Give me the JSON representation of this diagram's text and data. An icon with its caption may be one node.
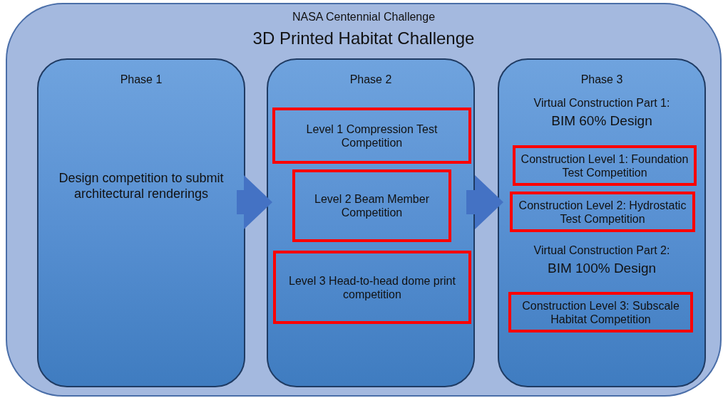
{
  "diagram": {
    "nodes": [
      {
        "text": [
          "NASA Centennial Challenge",
          "3D Printed Habitat Challenge"
        ]
      },
      {
        "text": [
          "Phase 1",
          "Design competition to submit architectural renderings"
        ],
        "in": 0
      },
      {
        "text": [
          "Phase 2"
        ],
        "in": 0
      },
      {
        "text": [
          "Level 1 Compression Test Competition"
        ],
        "in": 2
      },
      {
        "text": [
          "Level 2 Beam Member Competition"
        ],
        "in": 2
      },
      {
        "text": [
          "Level 3 Head-to-head dome print competition"
        ],
        "in": 2
      },
      {
        "text": [
          "Phase 3",
          "Virtual Construction Part 1:",
          "BIM 60% Design",
          "Virtual Construction Part 2:",
          "BIM 100% Design"
        ],
        "in": 0
      },
      {
        "text": [
          "Construction Level 1: Foundation Test Competition"
        ],
        "in": 6
      },
      {
        "text": [
          "Construction Level 2: Hydrostatic Test Competition"
        ],
        "in": 6
      },
      {
        "text": [
          "Construction Level 3: Subscale Habitat Competition"
        ],
        "in": 6
      }
    ],
    "edges": [
      {
        "from": 1,
        "to": 2,
        "arrow": "to"
      },
      {
        "from": 2,
        "to": 6,
        "arrow": "to"
      }
    ]
  }
}
